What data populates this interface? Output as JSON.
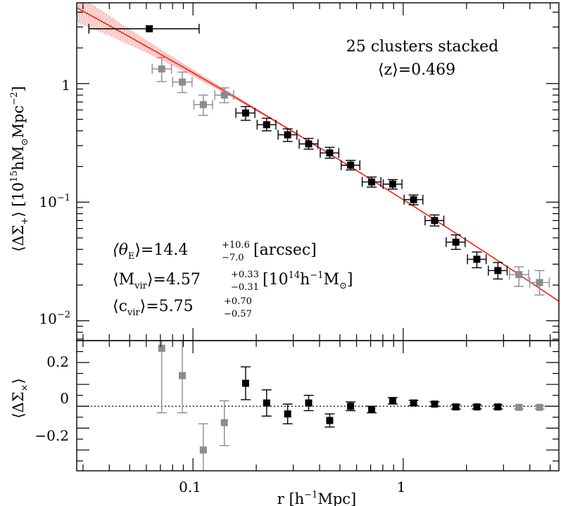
{
  "chart_data": [
    {
      "type": "scatter",
      "panel": "top",
      "scale": {
        "x": "log",
        "y": "log"
      },
      "xlim": [
        0.028,
        5.5
      ],
      "ylim": [
        0.0068,
        4.8
      ],
      "ylabel": {
        "open": "⟨ΔΣ",
        "sub": "+",
        "close": "⟩ [10",
        "exp": "15",
        "unit": "hM",
        "unit_sub": "⊙",
        "unit2": "Mpc",
        "exp2": "−2",
        "end": "]"
      },
      "yticks": [
        {
          "value": 1,
          "base": "1",
          "exp": ""
        },
        {
          "value": 0.1,
          "base": "10",
          "exp": "−1"
        },
        {
          "value": 0.01,
          "base": "10",
          "exp": "−2"
        }
      ],
      "annotation": {
        "line1": "25 clusters stacked",
        "line2": "⟨z⟩=0.469"
      },
      "legend_text": {
        "theta": {
          "open": "⟨θ",
          "sub": "E",
          "close": "⟩=14.4",
          "sup": "+10.6",
          "low": "−7.0",
          "unit": "[arcsec]"
        },
        "mvir": {
          "open": "⟨M",
          "sub": "vir",
          "close": "⟩=4.57",
          "sup": "+0.33",
          "low": "−0.31",
          "unit": "[10",
          "unit_exp": "14",
          "unit2": "h",
          "unit2_exp": "−1",
          "unit3": "M",
          "unit3_sub": "⊙",
          "unit_end": "]"
        },
        "cvir": {
          "open": "⟨c",
          "sub": "vir",
          "close": "⟩=5.75",
          "sup": "+0.70",
          "low": "−0.57"
        }
      },
      "colors": {
        "model": "#e8281e",
        "band": "#e8281e",
        "data": "#000000",
        "excluded": "#8c8c8c"
      },
      "model": {
        "amplitude": 0.105,
        "pivot": 1.0,
        "slope": -1.12,
        "curv": -0.05,
        "band_frac_inner": 0.025,
        "band_frac_outer": 0.35
      },
      "series": [
        {
          "name": "",
          "color": "#8c8c8c",
          "points": [
            {
              "x": 0.071,
              "y": 1.33,
              "ylo": 1.04,
              "yhi": 1.66,
              "xlo": 0.064,
              "xhi": 0.079
            },
            {
              "x": 0.089,
              "y": 1.03,
              "ylo": 0.84,
              "yhi": 1.25,
              "xlo": 0.08,
              "xhi": 0.099
            },
            {
              "x": 0.112,
              "y": 0.665,
              "ylo": 0.54,
              "yhi": 0.8,
              "xlo": 0.101,
              "xhi": 0.124
            },
            {
              "x": 0.141,
              "y": 0.8,
              "ylo": 0.69,
              "yhi": 0.92,
              "xlo": 0.127,
              "xhi": 0.156
            },
            {
              "x": 3.55,
              "y": 0.0245,
              "ylo": 0.0195,
              "yhi": 0.0285,
              "xlo": 3.2,
              "xhi": 3.95
            },
            {
              "x": 4.45,
              "y": 0.021,
              "ylo": 0.0165,
              "yhi": 0.0265,
              "xlo": 4.0,
              "xhi": 4.95
            }
          ]
        },
        {
          "name": "",
          "color": "#000000",
          "points": [
            {
              "x": 0.062,
              "y": 2.9,
              "ylo": 2.9,
              "yhi": 2.9,
              "xlo": 0.032,
              "xhi": 0.107
            },
            {
              "x": 0.178,
              "y": 0.565,
              "ylo": 0.49,
              "yhi": 0.64,
              "xlo": 0.16,
              "xhi": 0.197
            },
            {
              "x": 0.224,
              "y": 0.45,
              "ylo": 0.4,
              "yhi": 0.51,
              "xlo": 0.202,
              "xhi": 0.248
            },
            {
              "x": 0.282,
              "y": 0.37,
              "ylo": 0.325,
              "yhi": 0.415,
              "xlo": 0.254,
              "xhi": 0.312
            },
            {
              "x": 0.355,
              "y": 0.31,
              "ylo": 0.28,
              "yhi": 0.345,
              "xlo": 0.32,
              "xhi": 0.393
            },
            {
              "x": 0.447,
              "y": 0.26,
              "ylo": 0.235,
              "yhi": 0.29,
              "xlo": 0.403,
              "xhi": 0.494
            },
            {
              "x": 0.562,
              "y": 0.205,
              "ylo": 0.187,
              "yhi": 0.225,
              "xlo": 0.507,
              "xhi": 0.622
            },
            {
              "x": 0.708,
              "y": 0.148,
              "ylo": 0.134,
              "yhi": 0.163,
              "xlo": 0.638,
              "xhi": 0.783
            },
            {
              "x": 0.891,
              "y": 0.142,
              "ylo": 0.129,
              "yhi": 0.155,
              "xlo": 0.803,
              "xhi": 0.986
            },
            {
              "x": 1.12,
              "y": 0.105,
              "ylo": 0.095,
              "yhi": 0.115,
              "xlo": 1.01,
              "xhi": 1.24
            },
            {
              "x": 1.41,
              "y": 0.07,
              "ylo": 0.063,
              "yhi": 0.078,
              "xlo": 1.27,
              "xhi": 1.56
            },
            {
              "x": 1.78,
              "y": 0.046,
              "ylo": 0.04,
              "yhi": 0.053,
              "xlo": 1.6,
              "xhi": 1.97
            },
            {
              "x": 2.24,
              "y": 0.033,
              "ylo": 0.028,
              "yhi": 0.038,
              "xlo": 2.02,
              "xhi": 2.48
            },
            {
              "x": 2.82,
              "y": 0.0265,
              "ylo": 0.0225,
              "yhi": 0.031,
              "xlo": 2.54,
              "xhi": 3.12
            }
          ]
        }
      ]
    },
    {
      "type": "scatter",
      "panel": "bottom",
      "scale": {
        "x": "log",
        "y": "linear"
      },
      "xlim": [
        0.028,
        5.5
      ],
      "ylim": [
        -0.295,
        0.3
      ],
      "xlabel": {
        "a": "r [h",
        "exp": "−1",
        "b": "Mpc]"
      },
      "ylabel": {
        "open": "⟨ΔΣ",
        "sub": "×",
        "close": "⟩"
      },
      "xticks": [
        {
          "value": 0.1,
          "label": "0.1"
        },
        {
          "value": 1,
          "label": "1"
        }
      ],
      "yticks": [
        {
          "value": 0.2,
          "label": "0.2"
        },
        {
          "value": 0,
          "label": "0"
        },
        {
          "value": -0.2,
          "label": "−0.2"
        }
      ],
      "reference_line": 0,
      "series": [
        {
          "name": "",
          "color": "#8c8c8c",
          "points": [
            {
              "x": 0.071,
              "y": 0.265,
              "ylo": -0.03,
              "yhi": 0.3
            },
            {
              "x": 0.089,
              "y": 0.14,
              "ylo": -0.03,
              "yhi": 0.3
            },
            {
              "x": 0.112,
              "y": -0.2,
              "ylo": -0.295,
              "yhi": -0.08
            },
            {
              "x": 0.141,
              "y": -0.075,
              "ylo": -0.18,
              "yhi": 0.025
            },
            {
              "x": 3.55,
              "y": -0.005,
              "ylo": -0.012,
              "yhi": 0.002
            },
            {
              "x": 4.45,
              "y": -0.005,
              "ylo": -0.012,
              "yhi": 0.002
            }
          ]
        },
        {
          "name": "",
          "color": "#000000",
          "points": [
            {
              "x": 0.178,
              "y": 0.105,
              "ylo": 0.03,
              "yhi": 0.18
            },
            {
              "x": 0.224,
              "y": 0.015,
              "ylo": -0.045,
              "yhi": 0.075
            },
            {
              "x": 0.282,
              "y": -0.035,
              "ylo": -0.08,
              "yhi": 0.01
            },
            {
              "x": 0.355,
              "y": 0.015,
              "ylo": -0.02,
              "yhi": 0.05
            },
            {
              "x": 0.447,
              "y": -0.065,
              "ylo": -0.095,
              "yhi": -0.035
            },
            {
              "x": 0.562,
              "y": 0.0,
              "ylo": -0.02,
              "yhi": 0.02
            },
            {
              "x": 0.708,
              "y": -0.015,
              "ylo": -0.03,
              "yhi": 0.0
            },
            {
              "x": 0.891,
              "y": 0.025,
              "ylo": 0.01,
              "yhi": 0.04
            },
            {
              "x": 1.12,
              "y": 0.015,
              "ylo": 0.003,
              "yhi": 0.027
            },
            {
              "x": 1.41,
              "y": 0.01,
              "ylo": 0.0,
              "yhi": 0.02
            },
            {
              "x": 1.78,
              "y": -0.003,
              "ylo": -0.013,
              "yhi": 0.007
            },
            {
              "x": 2.24,
              "y": -0.003,
              "ylo": -0.012,
              "yhi": 0.006
            },
            {
              "x": 2.82,
              "y": -0.003,
              "ylo": -0.012,
              "yhi": 0.006
            }
          ]
        }
      ]
    }
  ]
}
